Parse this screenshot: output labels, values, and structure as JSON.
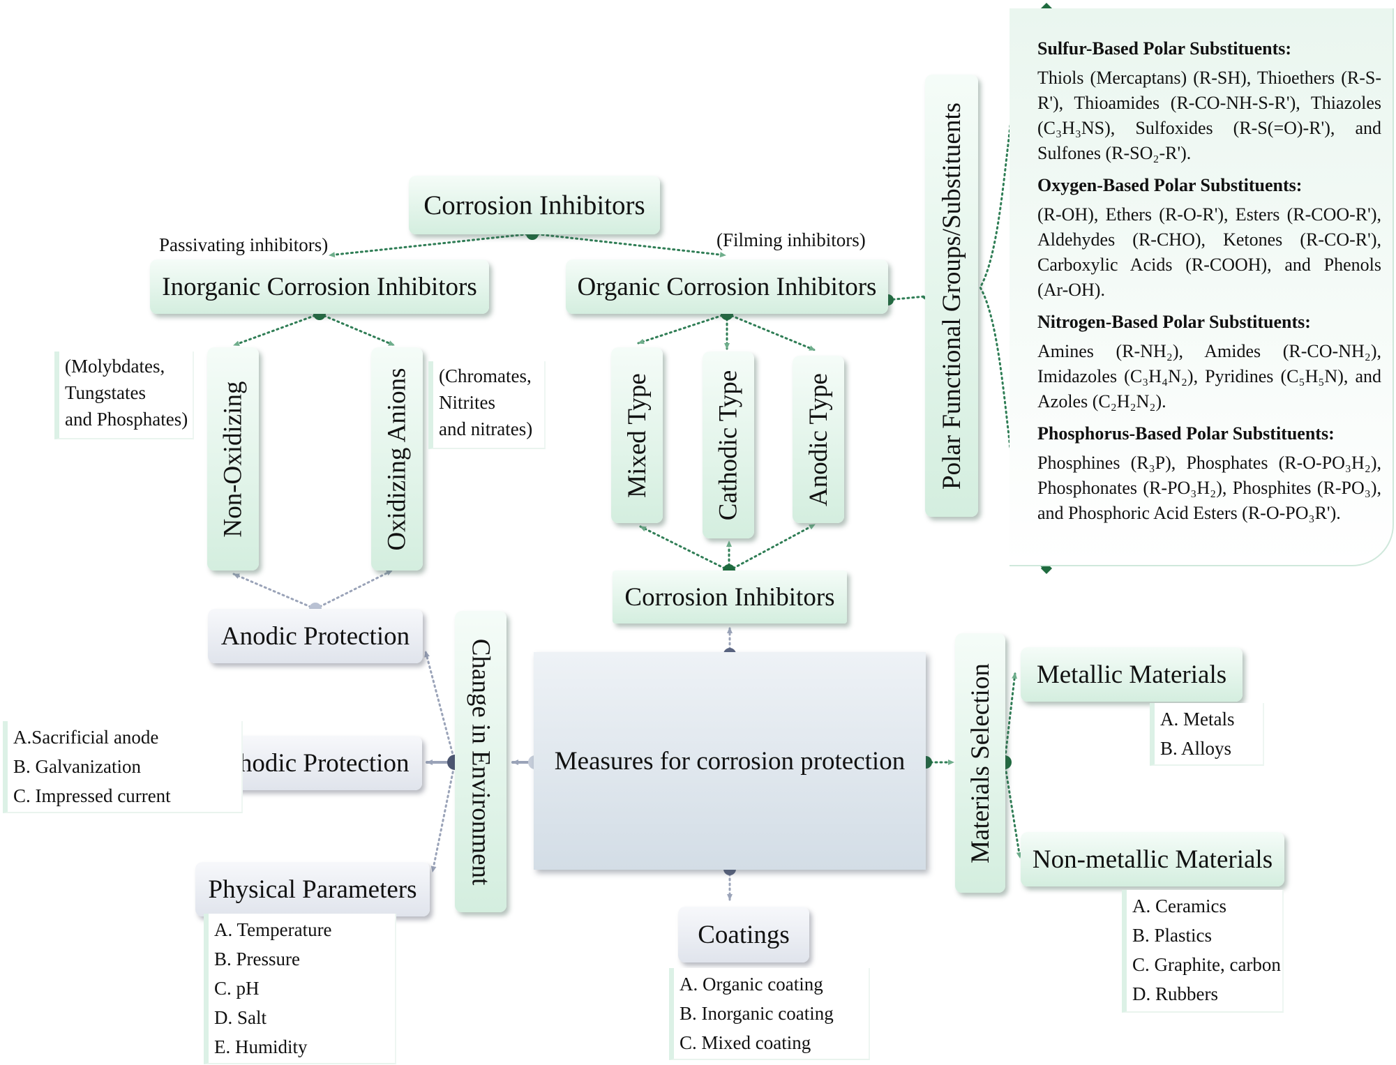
{
  "diagram": {
    "center": "Measures for corrosion protection",
    "change_in_environment": "Change in Environment",
    "anodic_protection": "Anodic Protection",
    "cathodic_protection": "Cathodic Protection",
    "cathodic_methods": [
      "A.Sacrificial anode",
      "B. Galvanization",
      "C. Impressed current"
    ],
    "physical_parameters": "Physical Parameters",
    "physical_items": [
      "A. Temperature",
      "B. Pressure",
      "C. pH",
      "D. Salt",
      "E. Humidity"
    ],
    "coatings": "Coatings",
    "coating_items": [
      "A. Organic coating",
      "B. Inorganic coating",
      "C. Mixed coating"
    ],
    "materials_selection": "Materials Selection",
    "metallic": "Metallic Materials",
    "metallic_items": [
      "A. Metals",
      "B. Alloys"
    ],
    "nonmetallic": "Non-metallic Materials",
    "nonmetallic_items": [
      "A. Ceramics",
      "B. Plastics",
      "C. Graphite, carbon",
      "D. Rubbers"
    ],
    "corrosion_inhibitors_top": "Corrosion Inhibitors",
    "corrosion_inhibitors_mid": "Corrosion Inhibitors",
    "passivating": "Passivating inhibitors)",
    "filming": "(Filming inhibitors)",
    "inorganic": "Inorganic Corrosion Inhibitors",
    "organic": "Organic Corrosion Inhibitors",
    "non_oxidizing": "Non-Oxidizing",
    "oxidizing_anions": "Oxidizing Anions",
    "non_oxidizing_examples": [
      "(Molybdates,",
      "Tungstates",
      "and Phosphates)"
    ],
    "oxidizing_examples": [
      "(Chromates,",
      "Nitrites",
      "and nitrates)"
    ],
    "mixed_type": "Mixed Type",
    "cathodic_type": "Cathodic Type",
    "anodic_type": "Anodic Type",
    "polar_groups": "Polar Functional Groups/Substituents"
  },
  "substituents": [
    {
      "heading": "Sulfur-Based Polar Substituents:",
      "text": "Thiols (Mercaptans) (R-SH), Thioethers (R-S-R'), Thioamides (R-CO-NH-S-R'), Thiazoles (C₃H₃NS), Sulfoxides (R-S(=O)-R'), and Sulfones (R-SO₂-R')."
    },
    {
      "heading": "Oxygen-Based Polar Substituents:",
      "text": "(R-OH), Ethers (R-O-R'), Esters (R-COO-R'), Aldehydes (R-CHO), Ketones (R-CO-R'), Carboxylic Acids (R-COOH), and Phenols (Ar-OH)."
    },
    {
      "heading": "Nitrogen-Based Polar Substituents:",
      "text": "Amines (R-NH₂), Amides (R-CO-NH₂), Imidazoles (C₃H₄N₂), Pyridines (C₅H₅N), and Azoles (C₂H₂N₂)."
    },
    {
      "heading": "Phosphorus-Based Polar Substituents:",
      "text": "Phosphines (R₃P), Phosphates (R-O-PO₃H₂), Phosphonates (R-PO₃H₂), Phosphites (R-PO₃), and Phosphoric Acid Esters (R-O-PO₃R')."
    }
  ],
  "colors": {
    "green_connector": "#2f7d55",
    "green_node": "#1f6b3f",
    "gray_connector": "#9aa3b8",
    "gray_node": "#5a6480",
    "box_green": "#d4eedf",
    "box_gray": "#e0e4ec"
  }
}
